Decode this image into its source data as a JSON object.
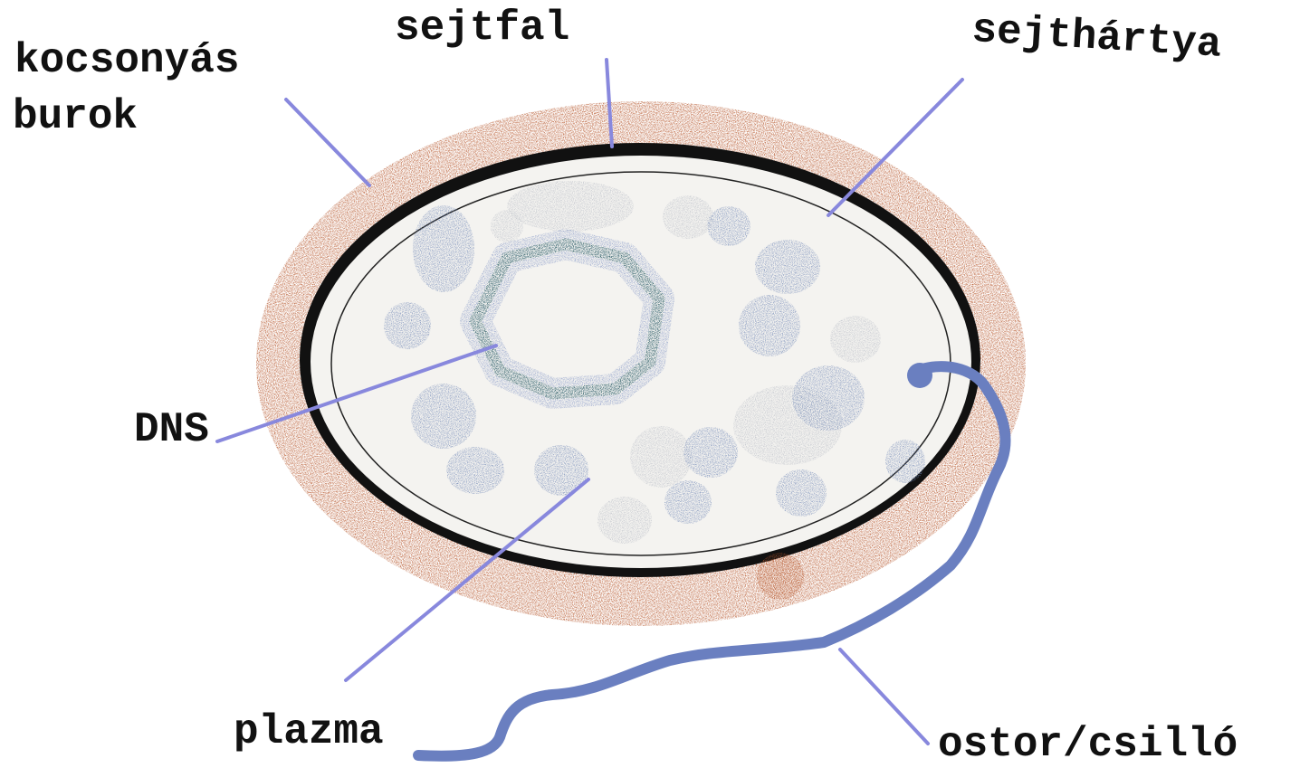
{
  "labels": {
    "capsule_line1": "kocsonyás",
    "capsule_line2": "burok",
    "cell_wall": "sejtfal",
    "cell_membrane": "sejthártya",
    "dna": "DNS",
    "plasma": "plazma",
    "flagellum": "ostor/csilló"
  },
  "colors": {
    "capsule": "#b5552a",
    "cell_wall": "#111111",
    "membrane_fill": "#ffffff",
    "cytoplasm": "#f4f3f0",
    "dna": "#0f4a44",
    "dna_halo": "#7f92c4",
    "granule_blue": "#6f86b5",
    "granule_grey": "#b9bdc6",
    "flagellum": "#6a7fc0",
    "leader_line": "#8888dd"
  }
}
